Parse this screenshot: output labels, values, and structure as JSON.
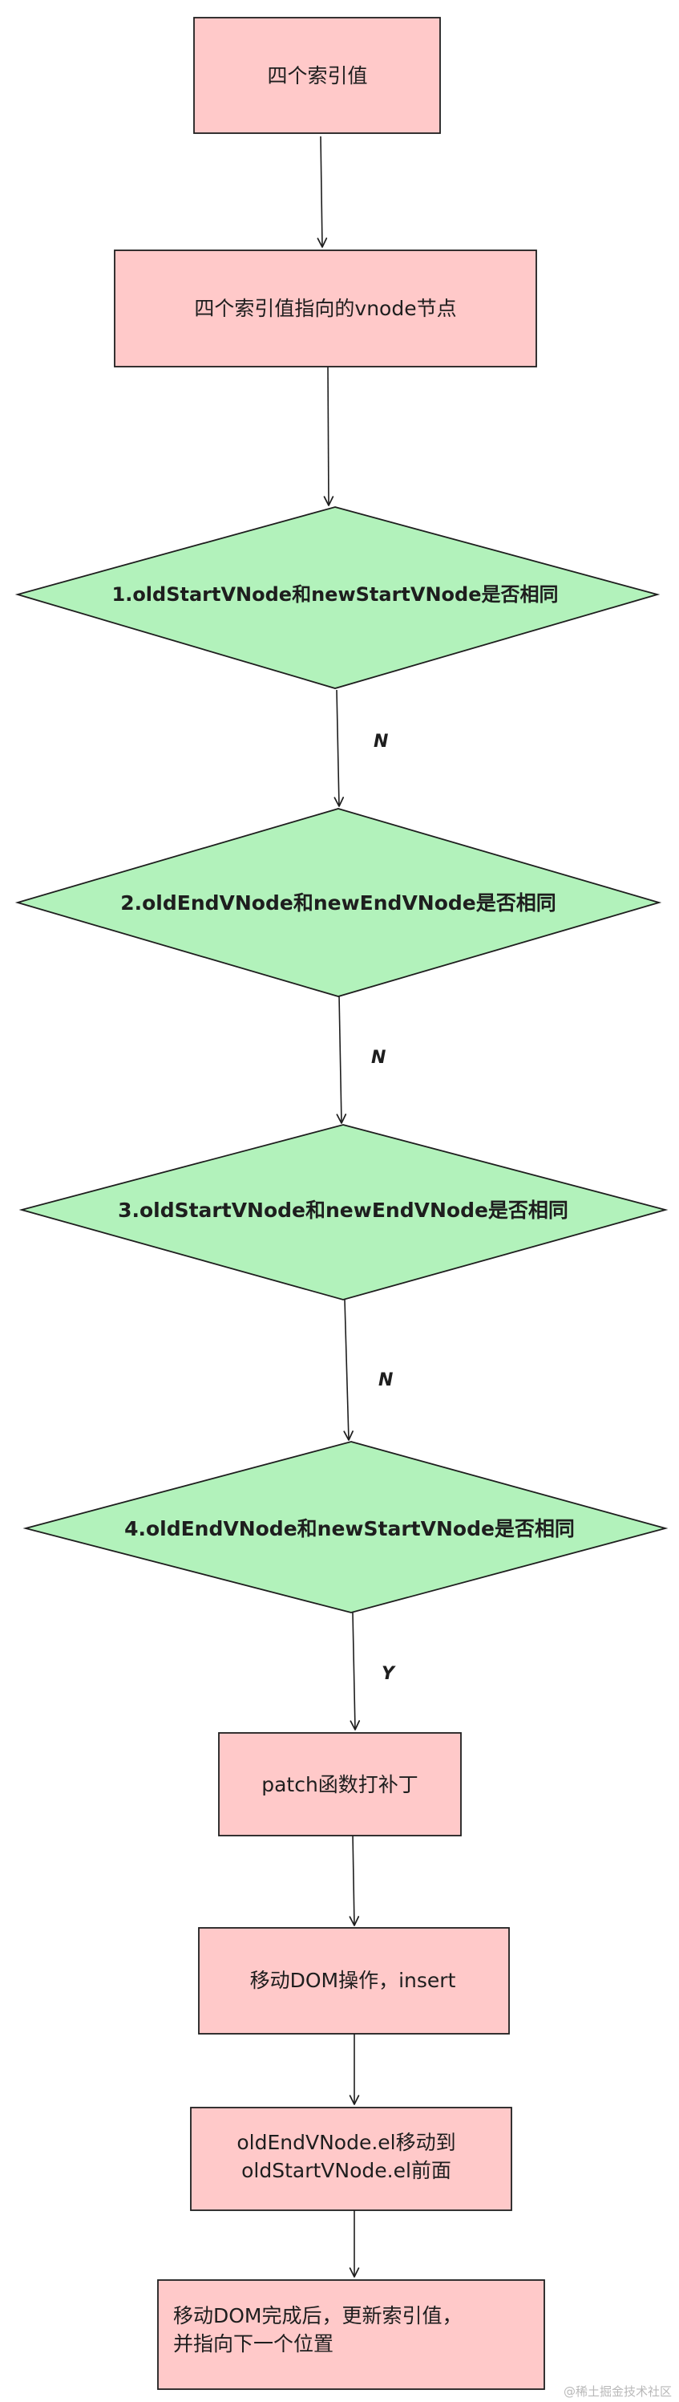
{
  "flowchart": {
    "nodes": {
      "n1": {
        "lines": [
          "四个索引值"
        ]
      },
      "n2": {
        "lines": [
          "四个索引值指向的vnode节点"
        ]
      },
      "d1": {
        "lines": [
          "1.oldStartVNode和newStartVNode是否相同"
        ]
      },
      "d2": {
        "lines": [
          "2.oldEndVNode和newEndVNode是否相同"
        ]
      },
      "d3": {
        "lines": [
          "3.oldStartVNode和newEndVNode是否相同"
        ]
      },
      "d4": {
        "lines": [
          "4.oldEndVNode和newStartVNode是否相同"
        ]
      },
      "n3": {
        "lines": [
          "patch函数打补丁"
        ]
      },
      "n4": {
        "lines": [
          "移动DOM操作，insert"
        ]
      },
      "n5": {
        "lines": [
          "oldEndVNode.el移动到",
          "oldStartVNode.el前面"
        ]
      },
      "n6": {
        "lines": [
          "移动DOM完成后，更新索引值，",
          "并指向下一个位置"
        ]
      }
    },
    "edge_labels": {
      "d1_d2": "N",
      "d2_d3": "N",
      "d3_d4": "N",
      "d4_n3": "Y"
    }
  },
  "watermark": "@稀土掘金技术社区",
  "colors": {
    "box_fill": "#ffc9c9",
    "diamond_fill": "#b2f2bb",
    "stroke": "#1e1e1e",
    "text": "#1e1e1e"
  }
}
